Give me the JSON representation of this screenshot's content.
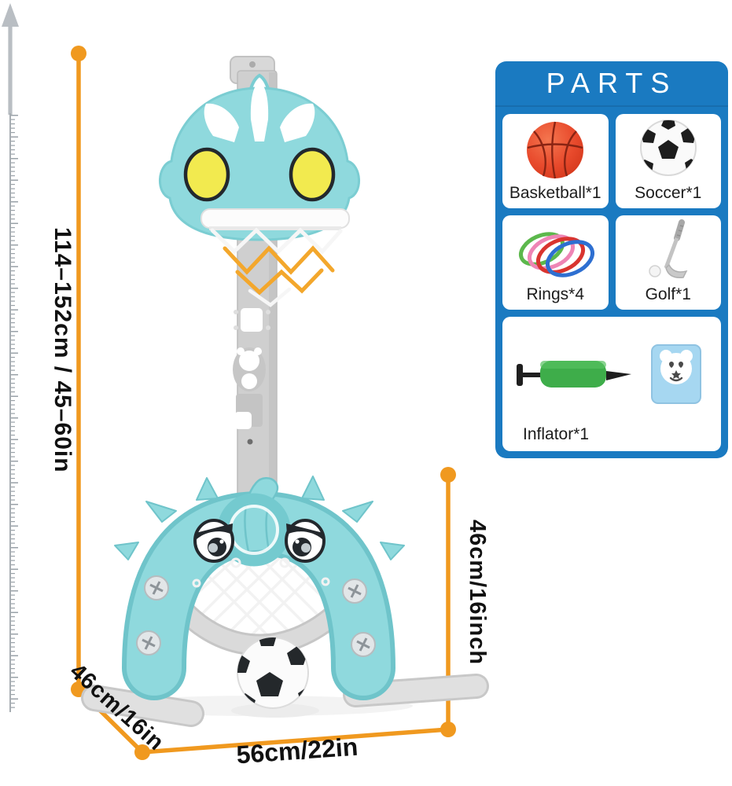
{
  "dimensions": {
    "height": "114–152cm / 45–60in",
    "depth": "46cm/16in",
    "width": "56cm/22in",
    "goal_height": "46cm/16inch"
  },
  "parts_panel": {
    "title": "PARTS",
    "cards": [
      {
        "id": "basketball",
        "label": "Basketball*1"
      },
      {
        "id": "soccer",
        "label": "Soccer*1"
      },
      {
        "id": "rings",
        "label": "Rings*4"
      },
      {
        "id": "golf",
        "label": "Golf*1"
      },
      {
        "id": "inflator",
        "label": "Inflator*1",
        "extra_icon": "music-box"
      }
    ]
  },
  "colors": {
    "accent_orange": "#F0991F",
    "panel_blue": "#1A7AC1",
    "product_teal": "#8FD9DD",
    "teal_outline": "#6FC4CA",
    "eye_yellow": "#F2EA4F",
    "pole_gray": "#CFCFCF"
  }
}
